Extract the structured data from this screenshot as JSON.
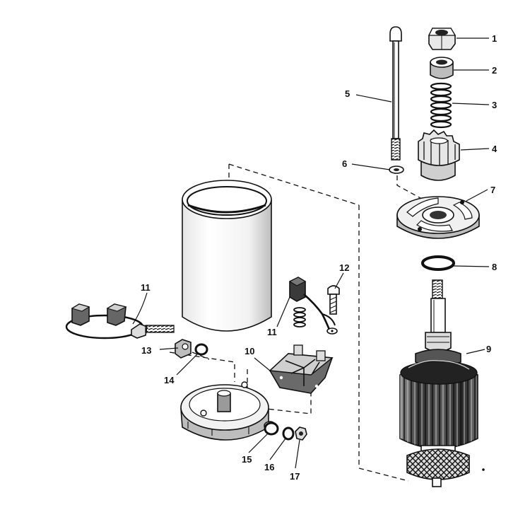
{
  "callouts": [
    {
      "id": "callout-1",
      "text": "1"
    },
    {
      "id": "callout-2",
      "text": "2"
    },
    {
      "id": "callout-3",
      "text": "3"
    },
    {
      "id": "callout-4",
      "text": "4"
    },
    {
      "id": "callout-5",
      "text": "5"
    },
    {
      "id": "callout-6",
      "text": "6"
    },
    {
      "id": "callout-7",
      "text": "7"
    },
    {
      "id": "callout-8",
      "text": "8"
    },
    {
      "id": "callout-9",
      "text": "9"
    },
    {
      "id": "callout-10",
      "text": "10"
    },
    {
      "id": "callout-11-left",
      "text": "11"
    },
    {
      "id": "callout-11-center",
      "text": "11"
    },
    {
      "id": "callout-12",
      "text": "12"
    },
    {
      "id": "callout-13",
      "text": "13"
    },
    {
      "id": "callout-14",
      "text": "14"
    },
    {
      "id": "callout-15",
      "text": "15"
    },
    {
      "id": "callout-16",
      "text": "16"
    },
    {
      "id": "callout-17",
      "text": "17"
    }
  ],
  "colors": {
    "ink": "#111111",
    "paper": "#ffffff",
    "shade": "#555555"
  }
}
